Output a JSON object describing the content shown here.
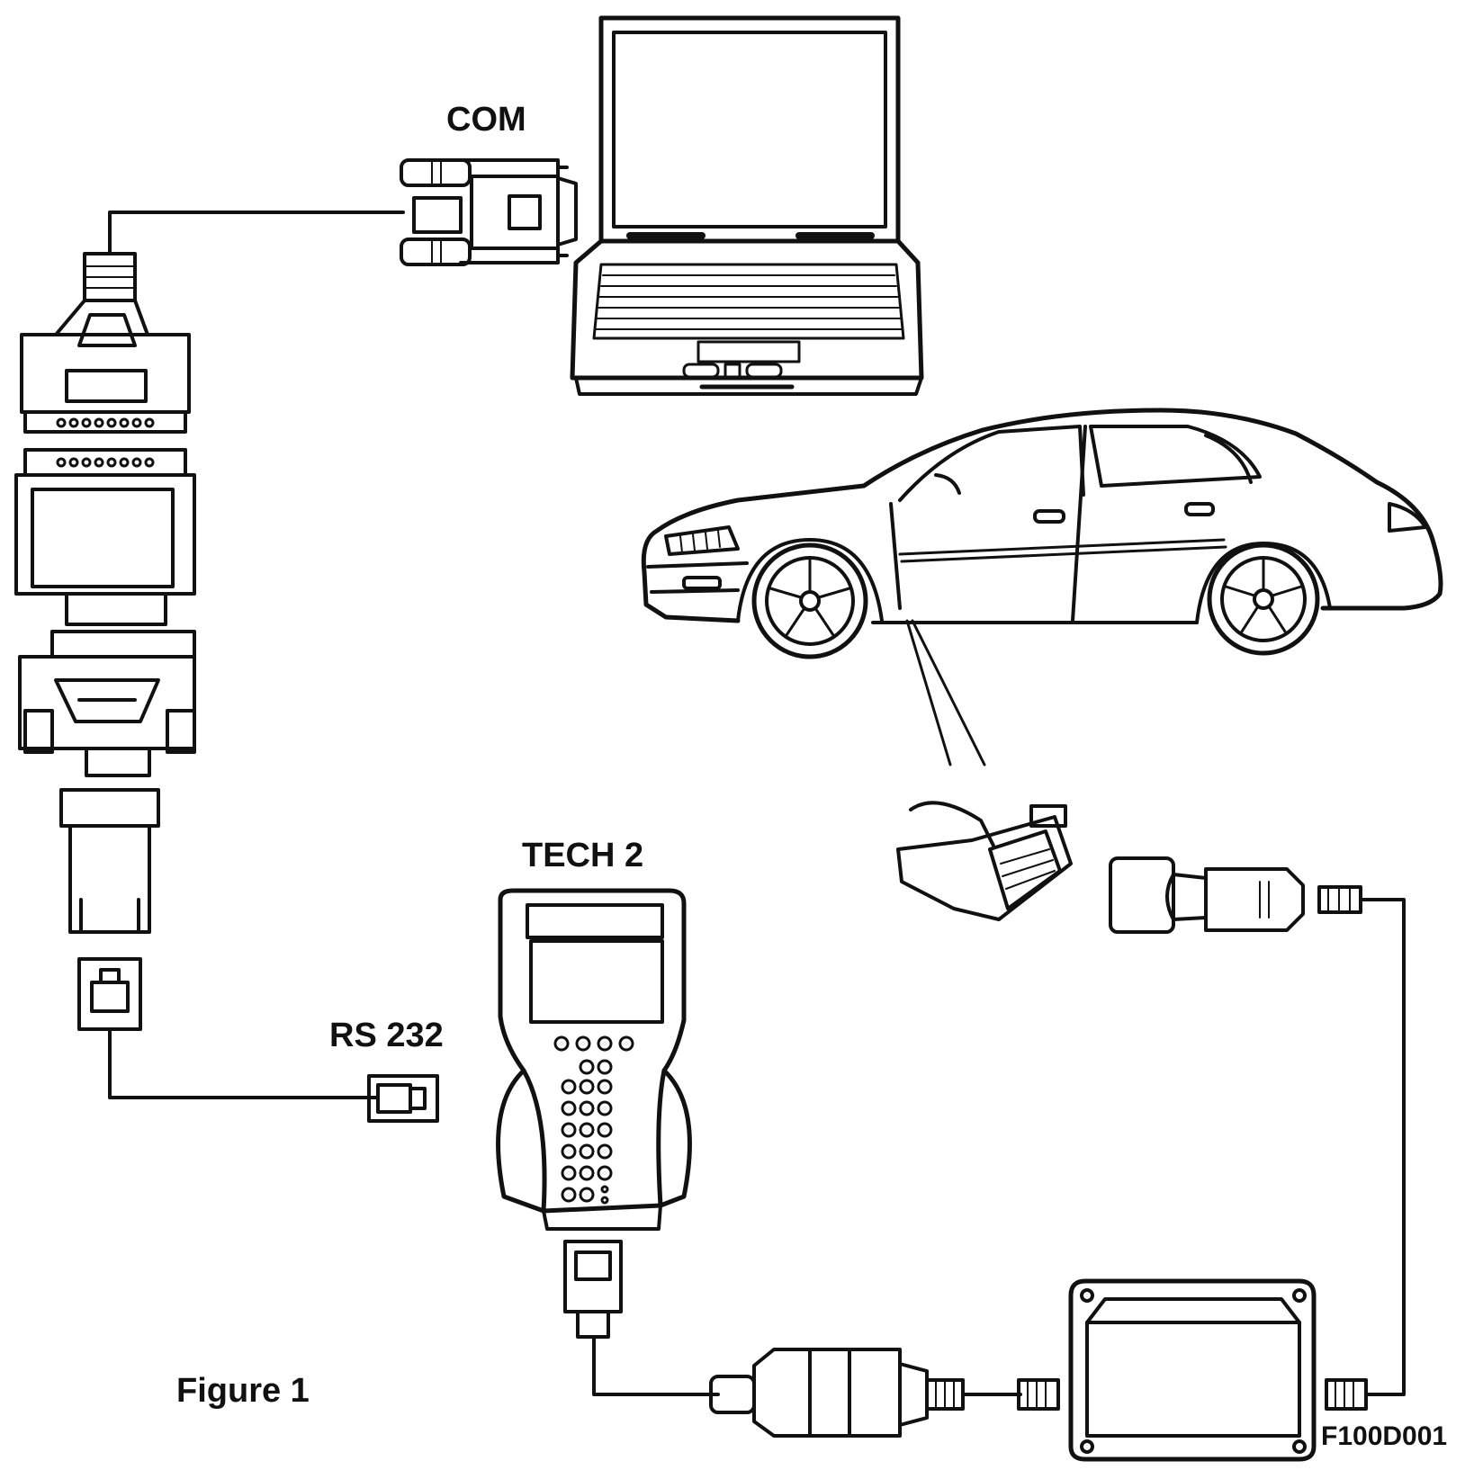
{
  "labels": {
    "com": "COM",
    "tech2": "TECH 2",
    "rs232": "RS 232",
    "figure": "Figure 1",
    "code": "F100D001"
  },
  "colors": {
    "ink": "#111111",
    "paper": "#ffffff"
  }
}
